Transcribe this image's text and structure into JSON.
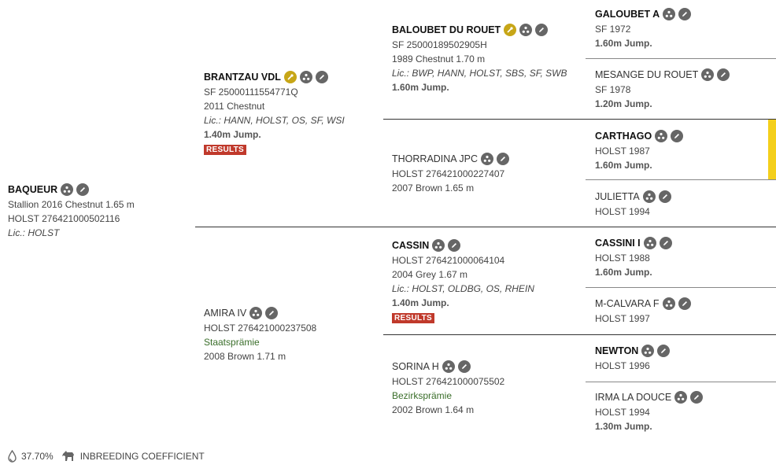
{
  "subject": {
    "name": "BAQUEUR",
    "line1": "Stallion 2016 Chestnut 1.65 m",
    "line2": "HOLST 276421000502116",
    "lic": "Lic.: HOLST"
  },
  "sire": {
    "name": "BRANTZAU VDL",
    "line1": "SF 25000111554771Q",
    "line2": "2011 Chestnut",
    "lic": "Lic.: HANN, HOLST, OS, SF, WSI",
    "jump": "1.40m Jump.",
    "results": "RESULTS"
  },
  "dam": {
    "name": "AMIRA IV",
    "line1": "HOLST 276421000237508",
    "premium": "Staatsprämie",
    "line2": "2008 Brown 1.71 m"
  },
  "ss": {
    "name": "BALOUBET DU ROUET",
    "line1": "SF 25000189502905H",
    "line2": "1989 Chestnut 1.70 m",
    "lic": "Lic.: BWP, HANN, HOLST, SBS, SF, SWB",
    "jump": "1.60m Jump."
  },
  "sd": {
    "name": "THORRADINA JPC",
    "line1": "HOLST 276421000227407",
    "line2": "2007 Brown 1.65 m"
  },
  "ds": {
    "name": "CASSIN",
    "line1": "HOLST 276421000064104",
    "line2": "2004 Grey 1.67 m",
    "lic": "Lic.: HOLST, OLDBG, OS, RHEIN",
    "jump": "1.40m Jump.",
    "results": "RESULTS"
  },
  "dd": {
    "name": "SORINA H",
    "line1": "HOLST 276421000075502",
    "premium": "Bezirksprämie",
    "line2": "2002 Brown 1.64 m"
  },
  "g": [
    {
      "name": "GALOUBET A",
      "line1": "SF 1972",
      "jump": "1.60m Jump."
    },
    {
      "name": "MESANGE DU ROUET",
      "line1": "SF 1978",
      "jump": "1.20m Jump."
    },
    {
      "name": "CARTHAGO",
      "line1": "HOLST 1987",
      "jump": "1.60m Jump."
    },
    {
      "name": "JULIETTA",
      "line1": "HOLST 1994",
      "jump": ""
    },
    {
      "name": "CASSINI I",
      "line1": "HOLST 1988",
      "jump": "1.60m Jump."
    },
    {
      "name": "M-CALVARA F",
      "line1": "HOLST 1997",
      "jump": ""
    },
    {
      "name": "NEWTON",
      "line1": "HOLST 1996",
      "jump": ""
    },
    {
      "name": "IRMA LA DOUCE",
      "line1": "HOLST 1994",
      "jump": "1.30m Jump."
    }
  ],
  "footer": {
    "percent": "37.70%",
    "label": "INBREEDING COEFFICIENT"
  },
  "colors": {
    "highlight": "#f4cf1b",
    "results": "#c0392b",
    "gold_icon": "#c7a617"
  }
}
